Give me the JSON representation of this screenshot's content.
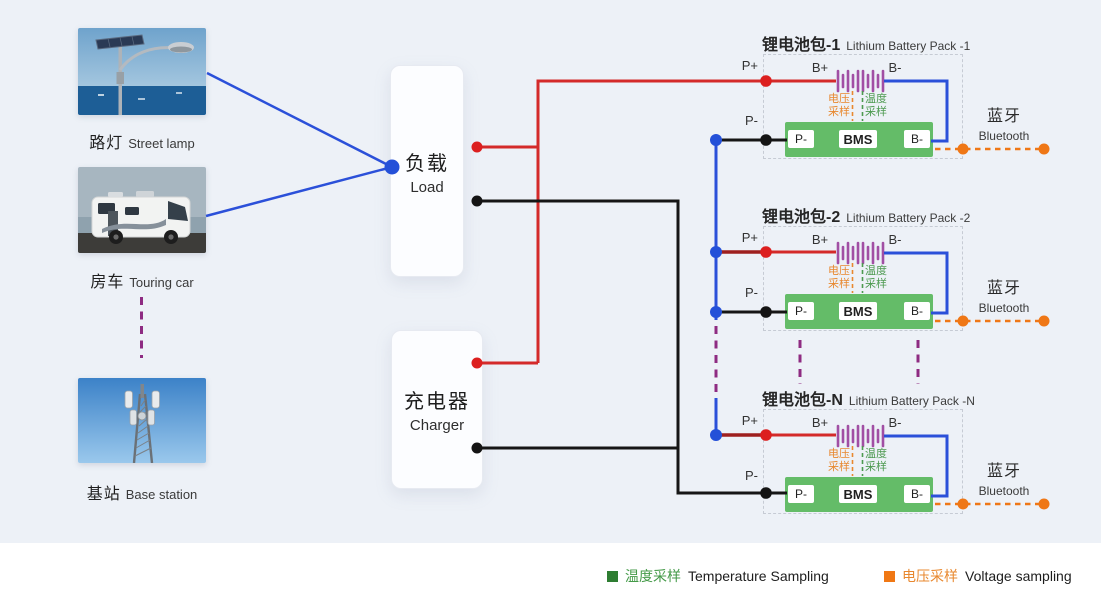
{
  "devices": [
    {
      "name_zh": "路灯",
      "name_en": "Street lamp"
    },
    {
      "name_zh": "房车",
      "name_en": "Touring car"
    },
    {
      "name_zh": "基站",
      "name_en": "Base station"
    }
  ],
  "load": {
    "name_zh": "负载",
    "name_en": "Load"
  },
  "charger": {
    "name_zh": "充电器",
    "name_en": "Charger"
  },
  "packs": [
    {
      "name_zh": "锂电池包-1",
      "name_en": "Lithium Battery Pack -1"
    },
    {
      "name_zh": "锂电池包-2",
      "name_en": "Lithium Battery Pack -2"
    },
    {
      "name_zh": "锂电池包-N",
      "name_en": "Lithium Battery Pack -N"
    }
  ],
  "ports": {
    "p_plus": "P+",
    "p_minus": "P-",
    "b_plus": "B+",
    "b_minus": "B-"
  },
  "bms": {
    "label": "BMS",
    "p_minus": "P-",
    "b_minus": "B-"
  },
  "sampling": {
    "voltage_line1": "电压",
    "voltage_line2": "采样",
    "temperature_line1": "温度",
    "temperature_line2": "采样"
  },
  "bluetooth": {
    "name_zh": "蓝牙",
    "name_en": "Bluetooth"
  },
  "legend": {
    "temperature": {
      "label_zh": "温度采样",
      "label_en": "Temperature Sampling",
      "color": "#2e7d32",
      "text_color": "#449a48"
    },
    "voltage": {
      "label_zh": "电压采样",
      "label_en": "Voltage sampling",
      "color": "#f07814",
      "text_color": "#e8882f"
    }
  },
  "colors": {
    "panel_background": "#edf1f7",
    "wire_red": "#d42a2a",
    "wire_red_dark": "#9e1f1f",
    "wire_black": "#161616",
    "wire_blue": "#2b50d9",
    "ellipsis_purple": "#8e2b82",
    "battery_cell_purple": "#a14fa4",
    "bms_bar_green": "#64bc68",
    "bluetooth_orange": "#ef7716"
  }
}
